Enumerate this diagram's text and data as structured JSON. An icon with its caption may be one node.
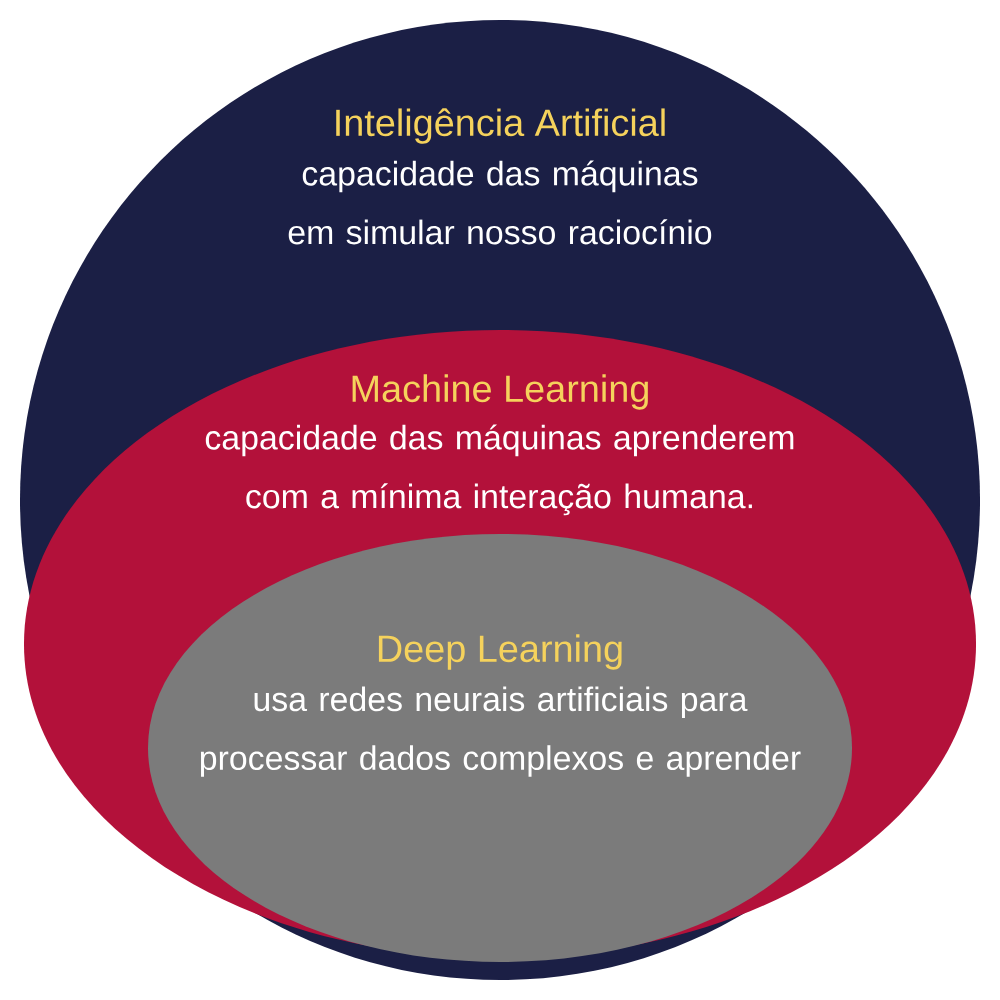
{
  "diagram": {
    "nodes": [
      {
        "text": [
          "Inteligência Artificial",
          "capacidade das máquinas em simular nosso raciocínio"
        ]
      },
      {
        "text": [
          "Machine Learning",
          "capacidade das máquinas aprenderem com a mínima interação humana."
        ],
        "in": 0
      },
      {
        "text": [
          "Deep Learning",
          "usa redes neurais artificiais para processar dados complexos e aprender"
        ],
        "in": 1
      }
    ]
  }
}
